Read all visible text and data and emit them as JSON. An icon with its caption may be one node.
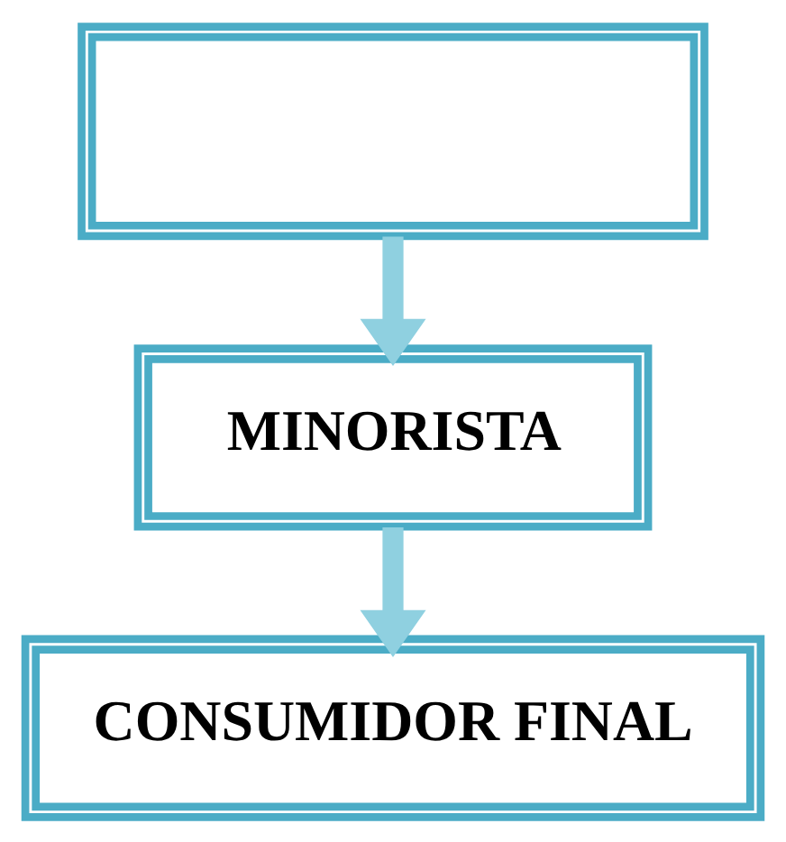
{
  "diagram": {
    "nodes": [
      {
        "text": [],
        "shape": "box"
      },
      {
        "text": [
          "MINORISTA"
        ]
      },
      {
        "text": [
          "CONSUMIDOR FINAL"
        ]
      }
    ],
    "edges": [
      {
        "from": 0,
        "to": 1,
        "arrow": "to"
      },
      {
        "from": 1,
        "to": 2,
        "arrow": "to"
      }
    ]
  }
}
